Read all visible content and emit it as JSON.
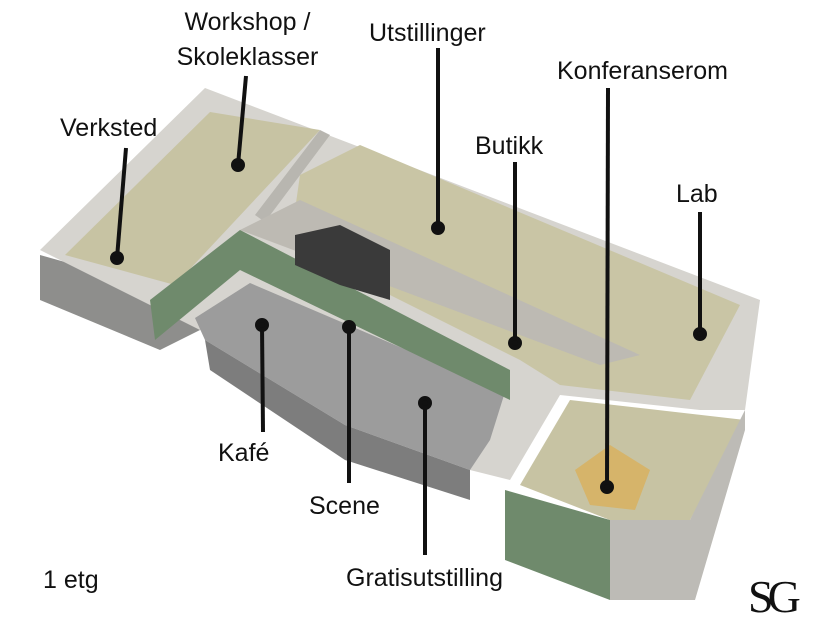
{
  "labels": {
    "workshop_line1": "Workshop /",
    "workshop_line2": "Skoleklasser",
    "utstillinger": "Utstillinger",
    "konferanserom": "Konferanserom",
    "verksted": "Verksted",
    "butikk": "Butikk",
    "lab": "Lab",
    "kafe": "Kafé",
    "scene": "Scene",
    "gratisutstilling": "Gratisutstilling",
    "floor": "1 etg"
  },
  "logo": {
    "text": "SG"
  },
  "colors": {
    "floor": "#c9c5a5",
    "wall": "#d4d2cd",
    "facade": "#6f8a6c",
    "gray_area": "#9c9c9c",
    "marker": "#111111"
  }
}
